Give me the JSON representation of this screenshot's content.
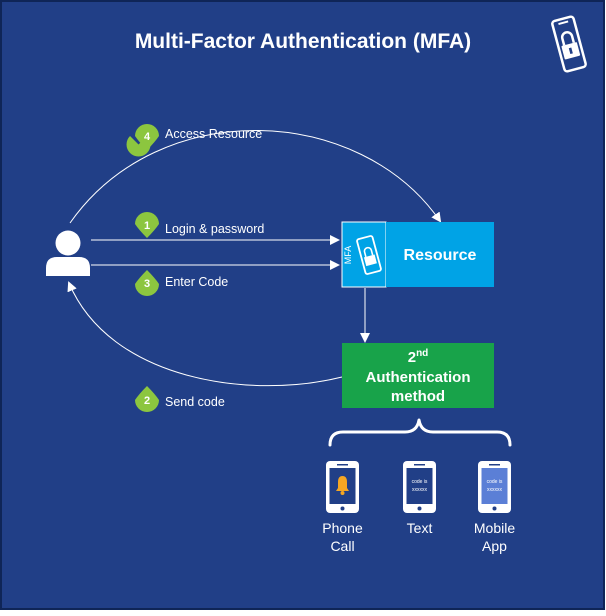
{
  "title": "Multi-Factor Authentication (MFA)",
  "steps": {
    "step1": {
      "number": "1",
      "label": "Login & password"
    },
    "step2": {
      "number": "2",
      "label": "Send code"
    },
    "step3": {
      "number": "3",
      "label": "Enter Code"
    },
    "step4": {
      "number": "4",
      "label": "Access Resource"
    }
  },
  "resource": {
    "label": "Resource",
    "mfa_tag": "MFA"
  },
  "second_factor": {
    "ordinal": "2",
    "ordinal_suffix": "nd",
    "line1": "Authentication",
    "line2": "method"
  },
  "methods": [
    {
      "line1": "Phone",
      "line2": "Call",
      "icon": "bell-phone-icon"
    },
    {
      "line1": "Text",
      "line2": "",
      "icon": "sms-phone-icon",
      "screen_text1": "code is",
      "screen_text2": "xxxxxx"
    },
    {
      "line1": "Mobile",
      "line2": "App",
      "icon": "app-phone-icon",
      "screen_text1": "code is",
      "screen_text2": "xxxxxx"
    }
  ],
  "colors": {
    "background": "#213f87",
    "step_badge": "#8cc63f",
    "resource_box": "#00a3e6",
    "auth_box": "#18a34a",
    "bell": "#f5a623",
    "app_screen": "#5b7fd6"
  }
}
